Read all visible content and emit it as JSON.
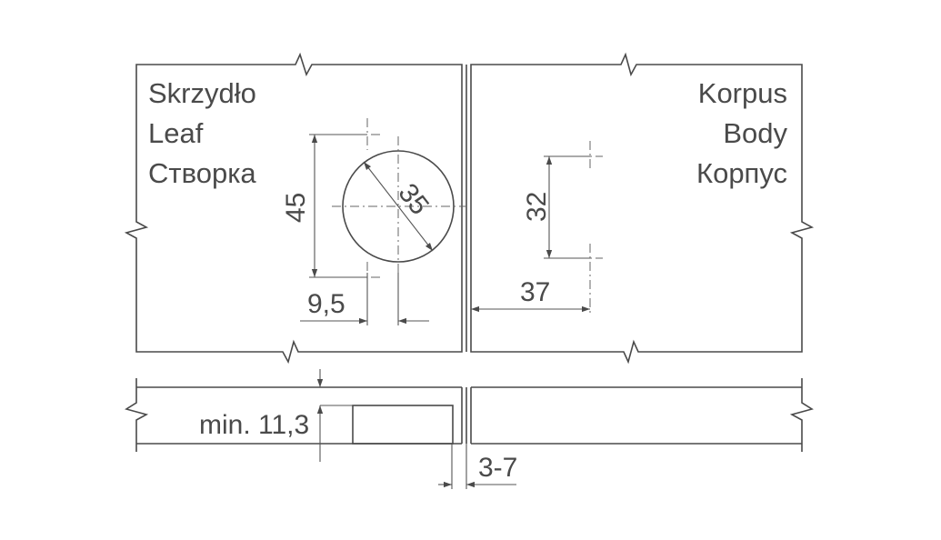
{
  "leaf_labels": [
    "Skrzydło",
    "Leaf",
    "Створка"
  ],
  "body_labels": [
    "Korpus",
    "Body",
    "Корпус"
  ],
  "dimensions": {
    "hole_diameter": "35",
    "hole_spacing": "45",
    "edge_offset": "9,5",
    "body_spacing": "32",
    "body_offset": "37",
    "min_depth": "min. 11,3",
    "gap": "3-7"
  }
}
